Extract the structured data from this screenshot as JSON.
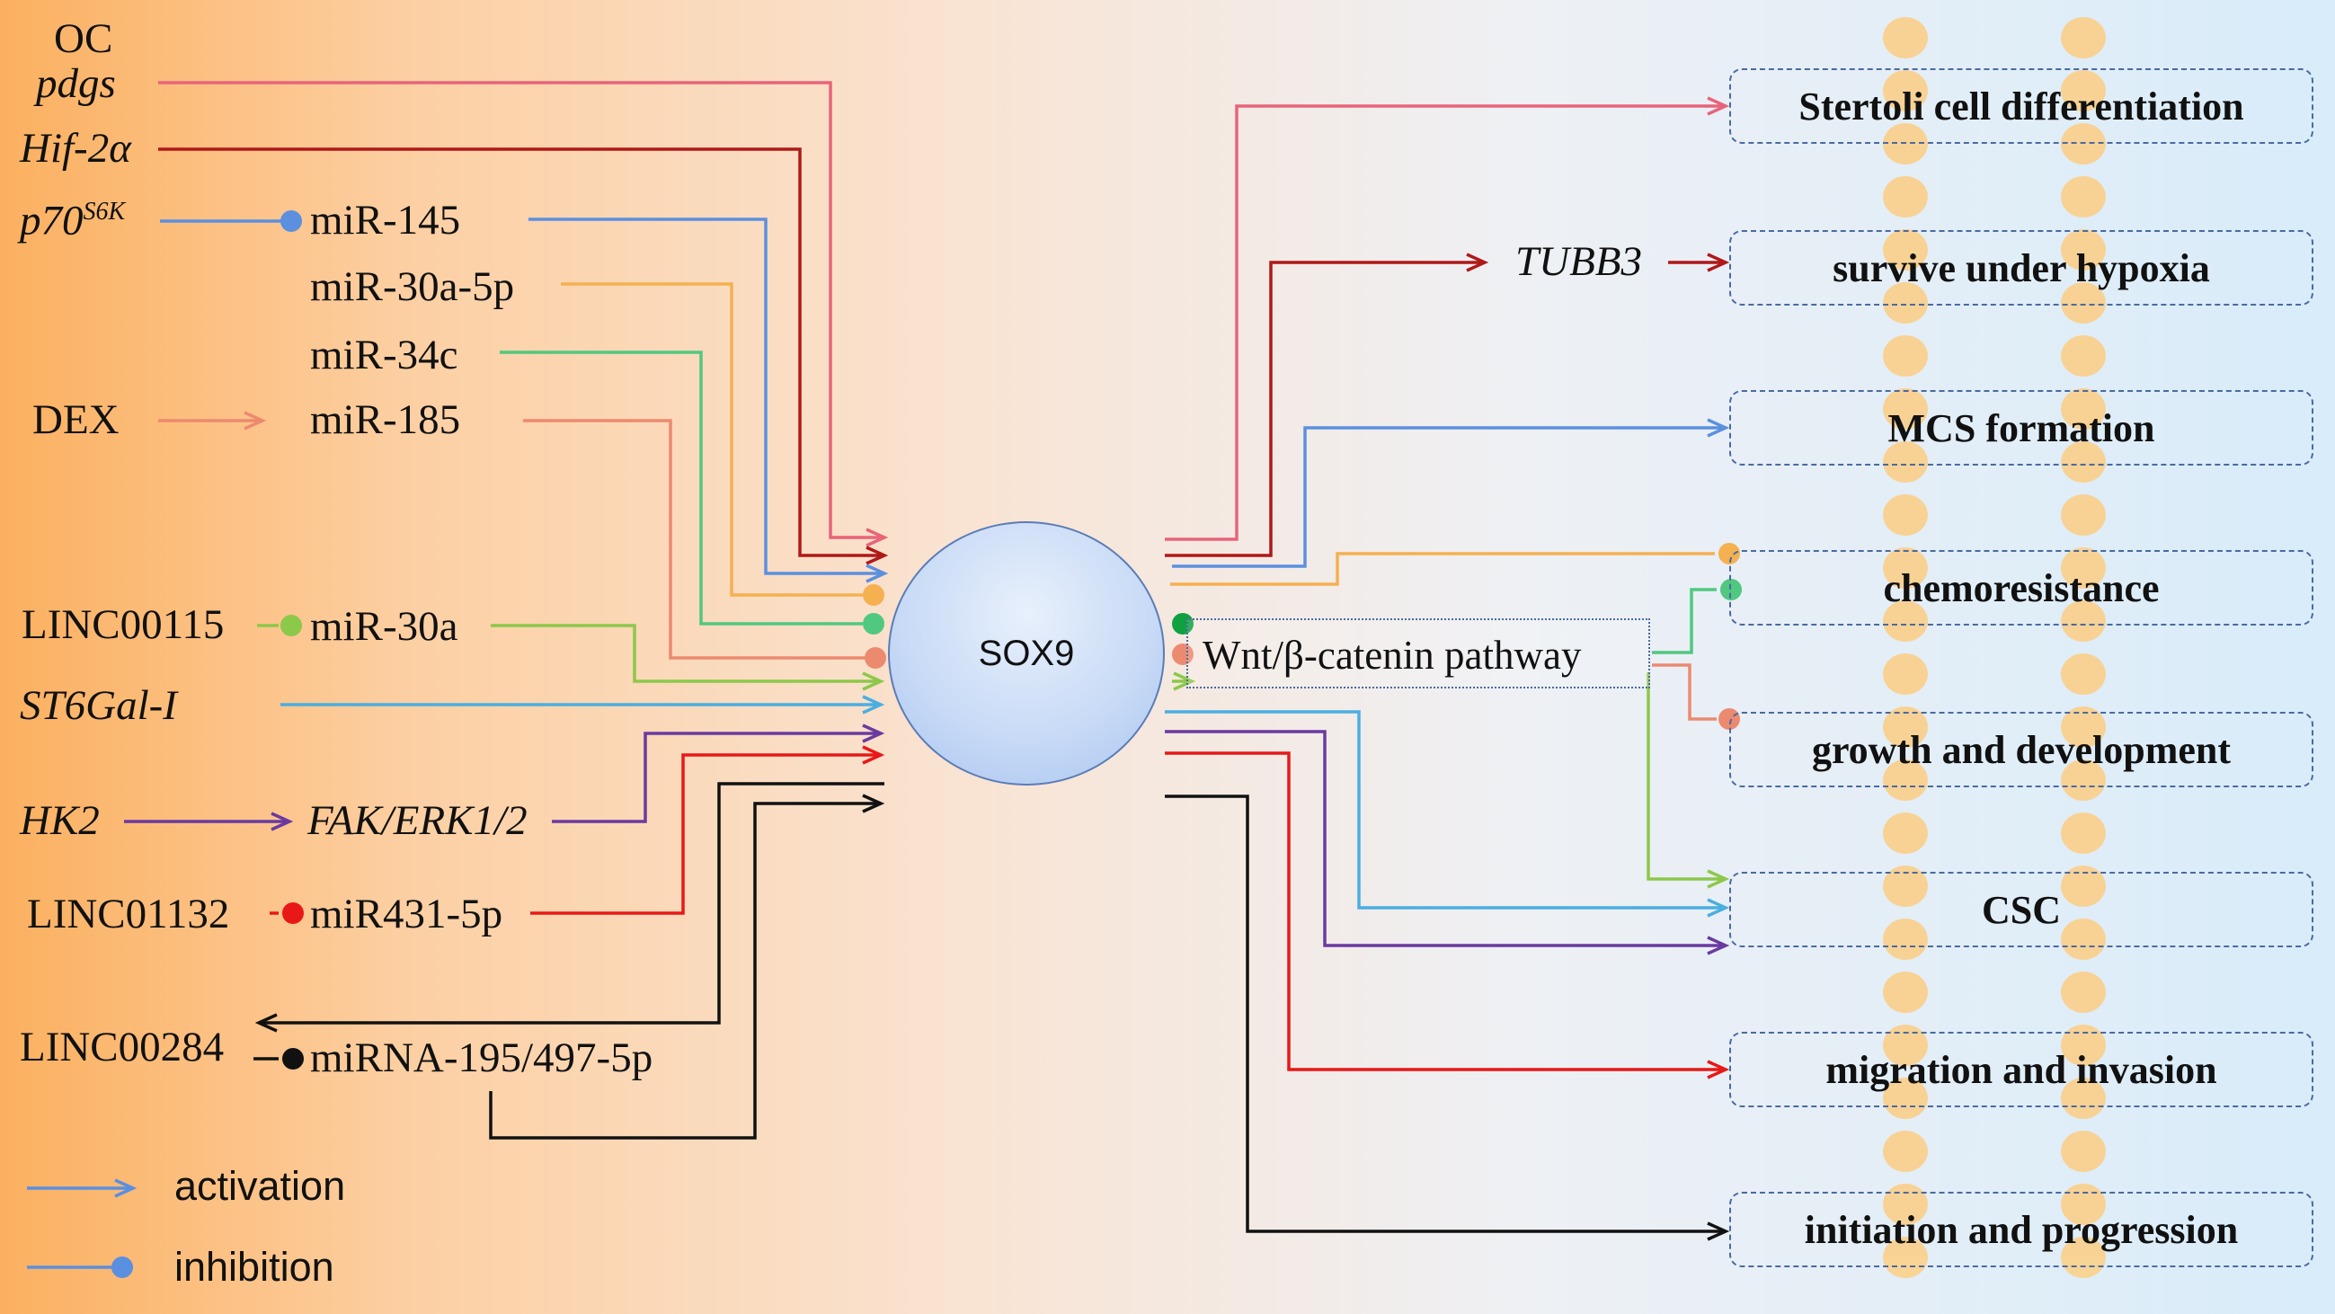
{
  "center": {
    "label": "SOX9"
  },
  "pathway": {
    "label": "Wnt/β-catenin  pathway"
  },
  "inputs": {
    "oc": "OC",
    "pdgs": "pdgs",
    "hif2a": "Hif-2α",
    "p70": "p70",
    "p70_sup": "S6K",
    "mir145": "miR-145",
    "mir30a5p": "miR-30a-5p",
    "mir34c": "miR-34c",
    "dex": "DEX",
    "mir185": "miR-185",
    "linc00115": "LINC00115",
    "mir30a": "miR-30a",
    "st6gal": "ST6Gal-I",
    "hk2": "HK2",
    "fak": "FAK/ERK1/2",
    "linc01132": "LINC01132",
    "mir431": "miR431-5p",
    "linc00284": "LINC00284",
    "mirna195": "miRNA-195/497-5p"
  },
  "intermediate": {
    "tubb3": "TUBB3"
  },
  "outputs": [
    "Stertoli cell differentiation",
    "survive under hypoxia",
    "MCS formation",
    "chemoresistance",
    "growth and development",
    "CSC",
    "migration and invasion",
    "initiation and progression"
  ],
  "legend": {
    "activation": "activation",
    "inhibition": "inhibition"
  },
  "colors": {
    "pink": "#e8647a",
    "darkred": "#b01818",
    "blue": "#5b8fe0",
    "orange": "#f5b050",
    "green": "#50c880",
    "salmon": "#ec8a70",
    "lime": "#8cc84a",
    "skyblue": "#4aaee0",
    "purple": "#6a3aa0",
    "red": "#e81818",
    "black": "#111111",
    "darkgreen": "#10a040",
    "box_border": "#4a6aa0"
  }
}
